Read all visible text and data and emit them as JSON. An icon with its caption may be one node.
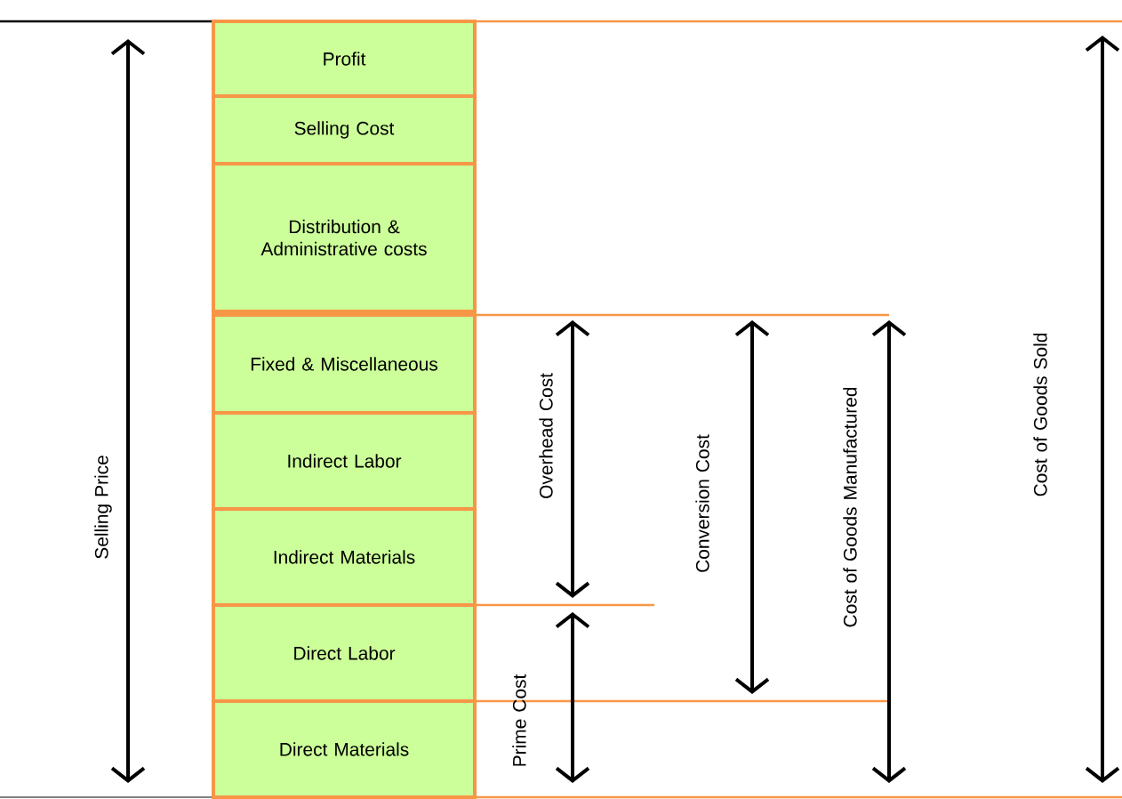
{
  "diagram": {
    "nodes": [
      {
        "text": [
          "Profit"
        ]
      },
      {
        "text": [
          "Selling Cost"
        ]
      },
      {
        "text": [
          "Distribution & Administrative costs"
        ]
      },
      {
        "text": [
          "Fixed & Miscellaneous"
        ]
      },
      {
        "text": [
          "Indirect Labor"
        ]
      },
      {
        "text": [
          "Indirect Materials"
        ]
      },
      {
        "text": [
          "Direct Labor"
        ]
      },
      {
        "text": [
          "Direct Materials"
        ]
      }
    ],
    "labels": [
      "Selling Price",
      "Overhead Cost",
      "Conversion Cost",
      "Cost of Goods Manufactured",
      "Cost of Goods Sold",
      "Prime Cost"
    ]
  }
}
